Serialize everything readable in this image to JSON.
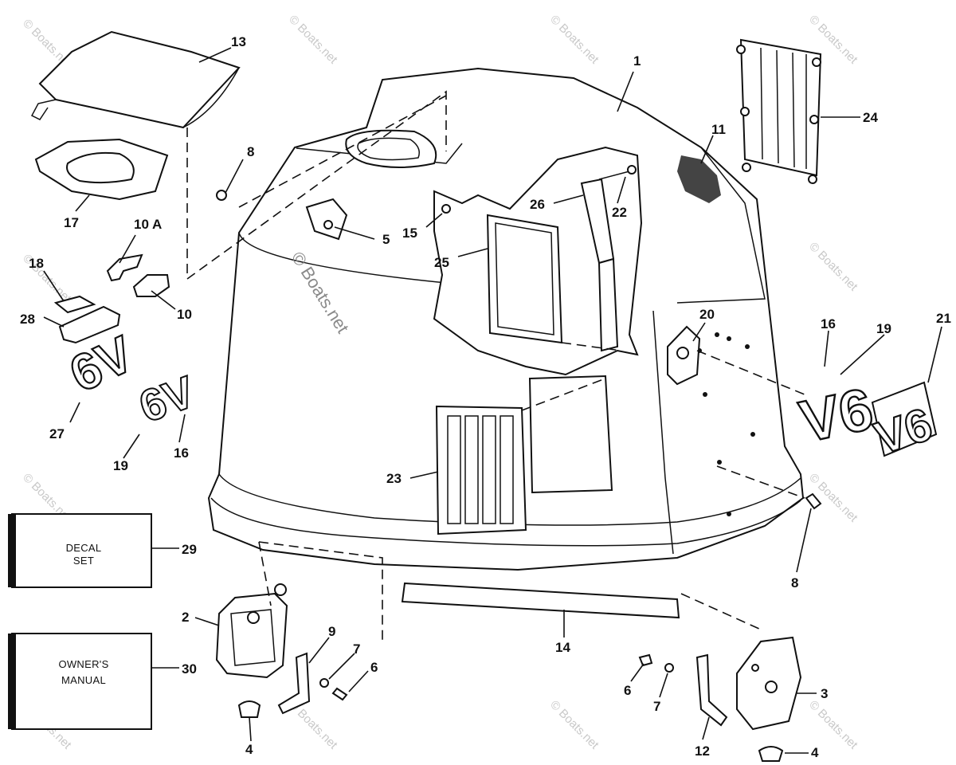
{
  "diagram": {
    "watermark": "© Boats.net",
    "callouts": {
      "c1": "1",
      "c2": "2",
      "c3": "3",
      "c4a": "4",
      "c4b": "4",
      "c5": "5",
      "c6a": "6",
      "c6b": "6",
      "c7a": "7",
      "c7b": "7",
      "c8a": "8",
      "c8b": "8",
      "c9": "9",
      "c10": "10",
      "c10a": "10 A",
      "c11": "11",
      "c12": "12",
      "c13": "13",
      "c14": "14",
      "c15": "15",
      "c16a": "16",
      "c16b": "16",
      "c17": "17",
      "c18": "18",
      "c19a": "19",
      "c19b": "19",
      "c20": "20",
      "c21": "21",
      "c22": "22",
      "c23": "23",
      "c24": "24",
      "c25": "25",
      "c26": "26",
      "c27": "27",
      "c28": "28",
      "c29": "29",
      "c30": "30"
    },
    "boxes": {
      "decal_line1": "DECAL",
      "decal_line2": "SET",
      "manual_line1": "OWNER'S",
      "manual_line2": "MANUAL"
    },
    "emblems": {
      "v6": "V6",
      "v6_reversed": "6V"
    }
  }
}
